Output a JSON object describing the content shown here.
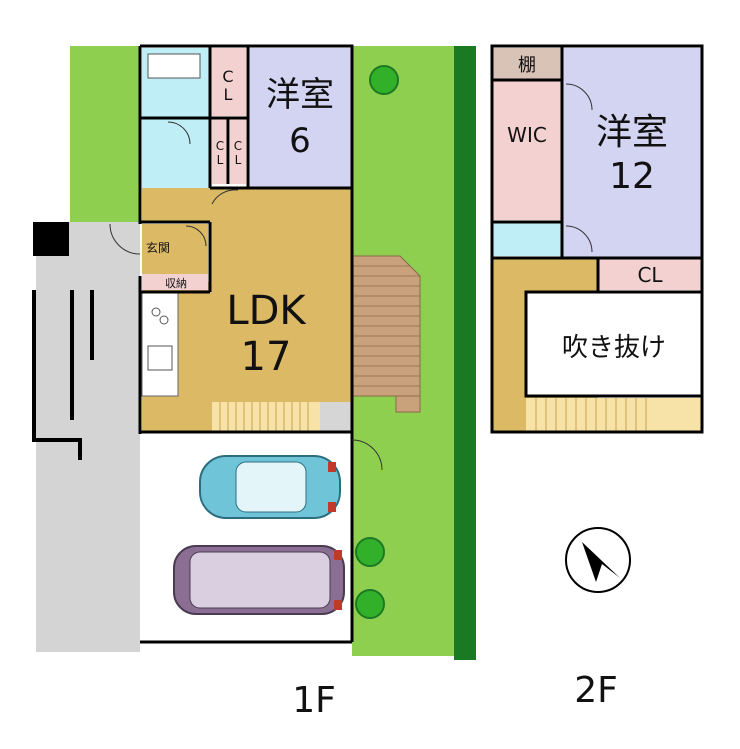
{
  "floor_1": {
    "label": "1F",
    "rooms": {
      "western_room": {
        "name": "洋室",
        "size": "6"
      },
      "closet": {
        "name": "C",
        "name2": "L"
      },
      "closet2a": {
        "name": "C",
        "name2": "L"
      },
      "closet2b": {
        "name": "C",
        "name2": "L"
      },
      "ldk": {
        "name": "LDK",
        "size": "17"
      },
      "entrance": {
        "name": "玄関"
      },
      "storage": {
        "name": "収納"
      }
    }
  },
  "floor_2": {
    "label": "2F",
    "rooms": {
      "shelf": {
        "name": "棚"
      },
      "wic": {
        "name": "WIC"
      },
      "western_room": {
        "name": "洋室",
        "size": "12"
      },
      "closet": {
        "name": "CL"
      },
      "void": {
        "name": "吹き抜け"
      }
    }
  },
  "colors": {
    "lawn": "#8fcf4f",
    "hedge": "#1a7a24",
    "paving": "#d4d4d4",
    "ldk_floor": "#dbb965",
    "western_room": "#d3d3f2",
    "closet": "#f3d1d1",
    "wet_area": "#bfeef6",
    "deck": "#c9a27c",
    "car_blue": "#6fc4d8",
    "car_purple": "#8a6f92"
  },
  "compass": {
    "icon": "north-arrow-icon"
  }
}
